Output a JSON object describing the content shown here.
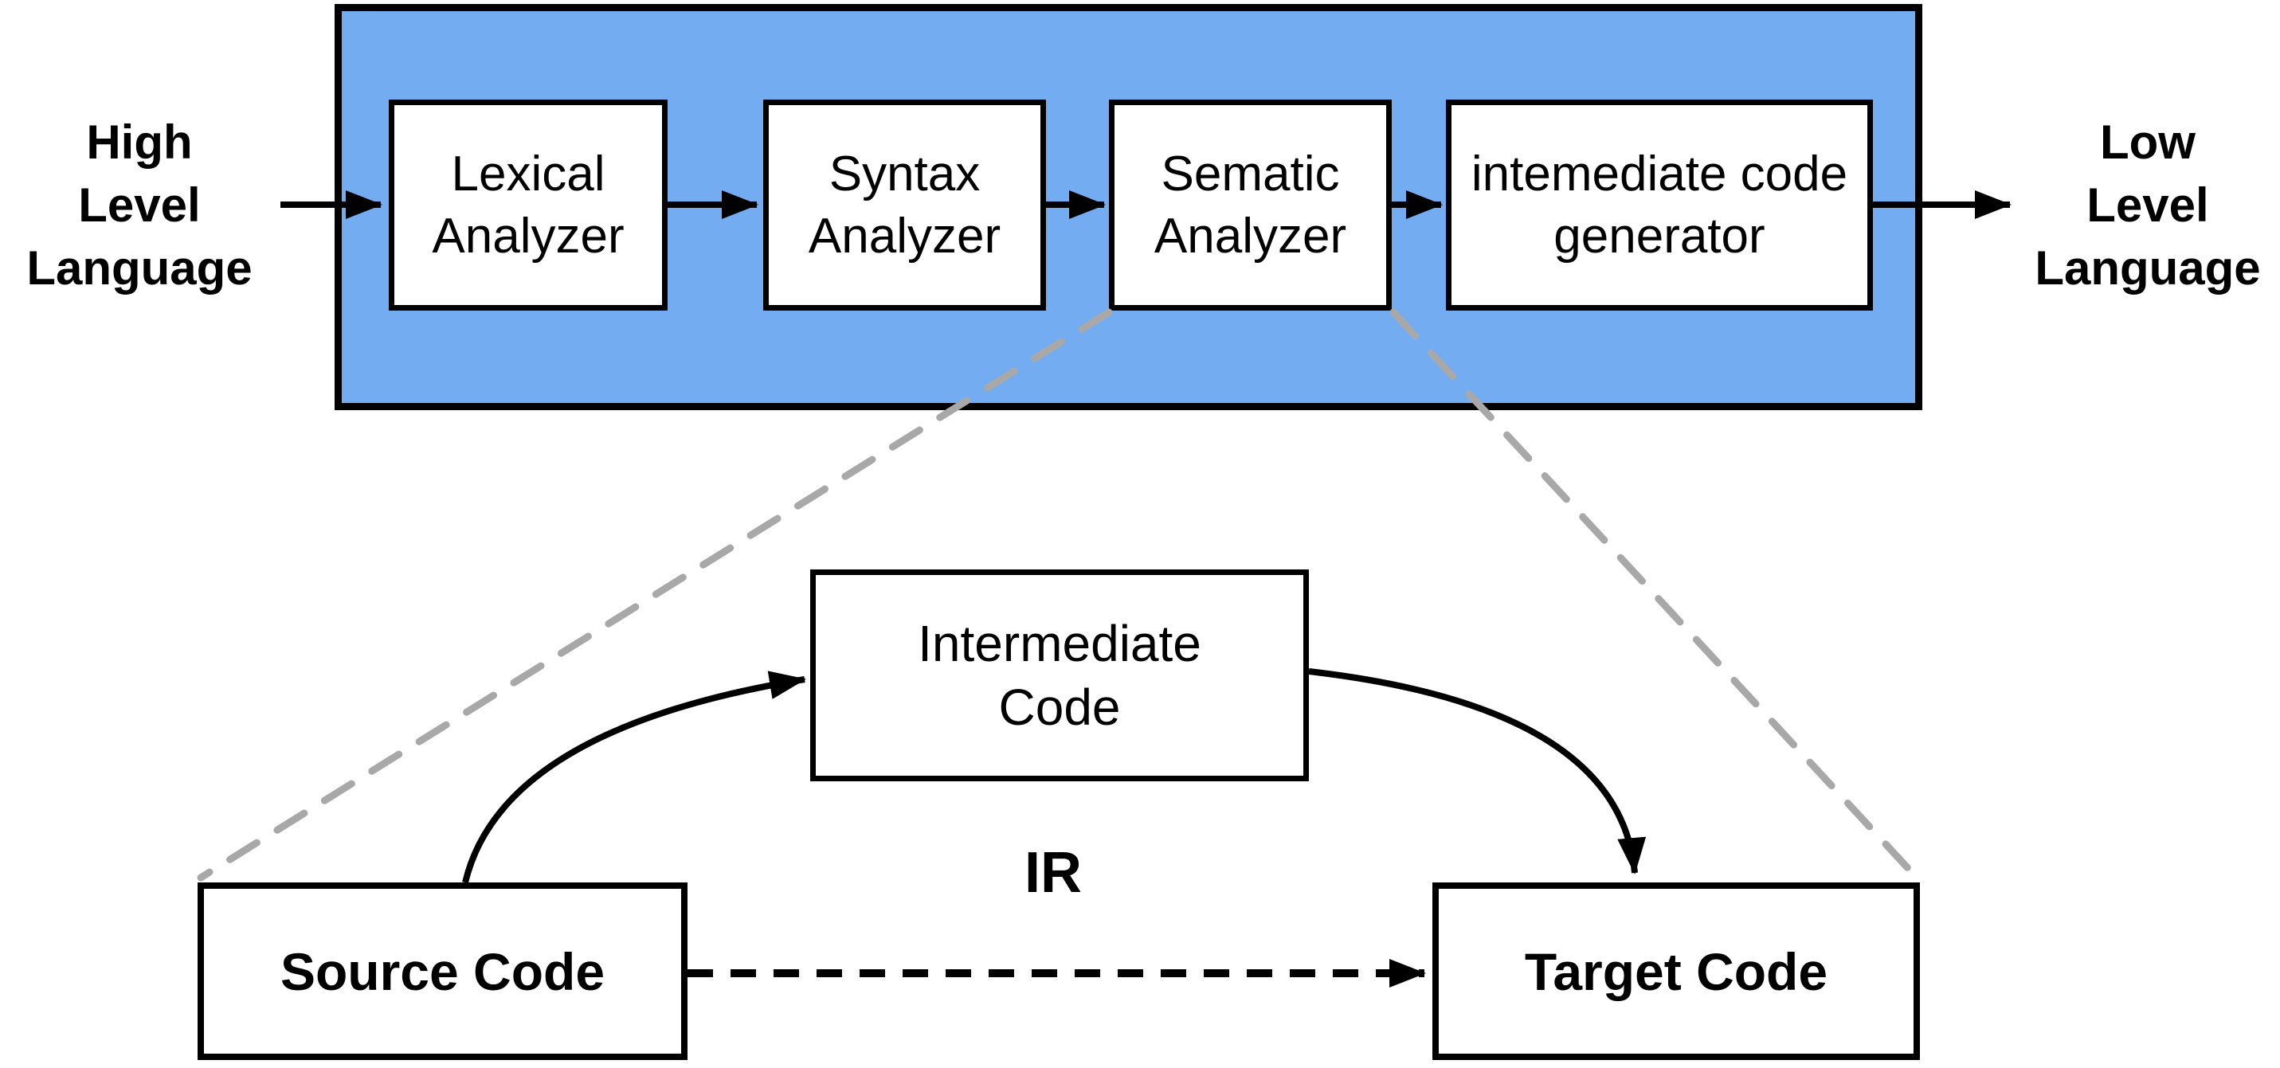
{
  "colors": {
    "pipeline_fill": "#73ACF0",
    "outline_black": "#000000",
    "dashed_gray": "#A8A8A8",
    "box_fill": "#FFFFFF"
  },
  "pipeline": {
    "input_label": "High\nLevel\nLanguage",
    "output_label": "Low\nLevel\nLanguage",
    "stages": [
      {
        "label": "Lexical\nAnalyzer"
      },
      {
        "label": "Syntax\nAnalyzer"
      },
      {
        "label": "Sematic\nAnalyzer"
      },
      {
        "label": "intemediate code\ngenerator"
      }
    ]
  },
  "ir_detail": {
    "source_label": "Source Code",
    "intermediate_label": "Intermediate\nCode",
    "target_label": "Target Code",
    "ir_label": "IR"
  }
}
